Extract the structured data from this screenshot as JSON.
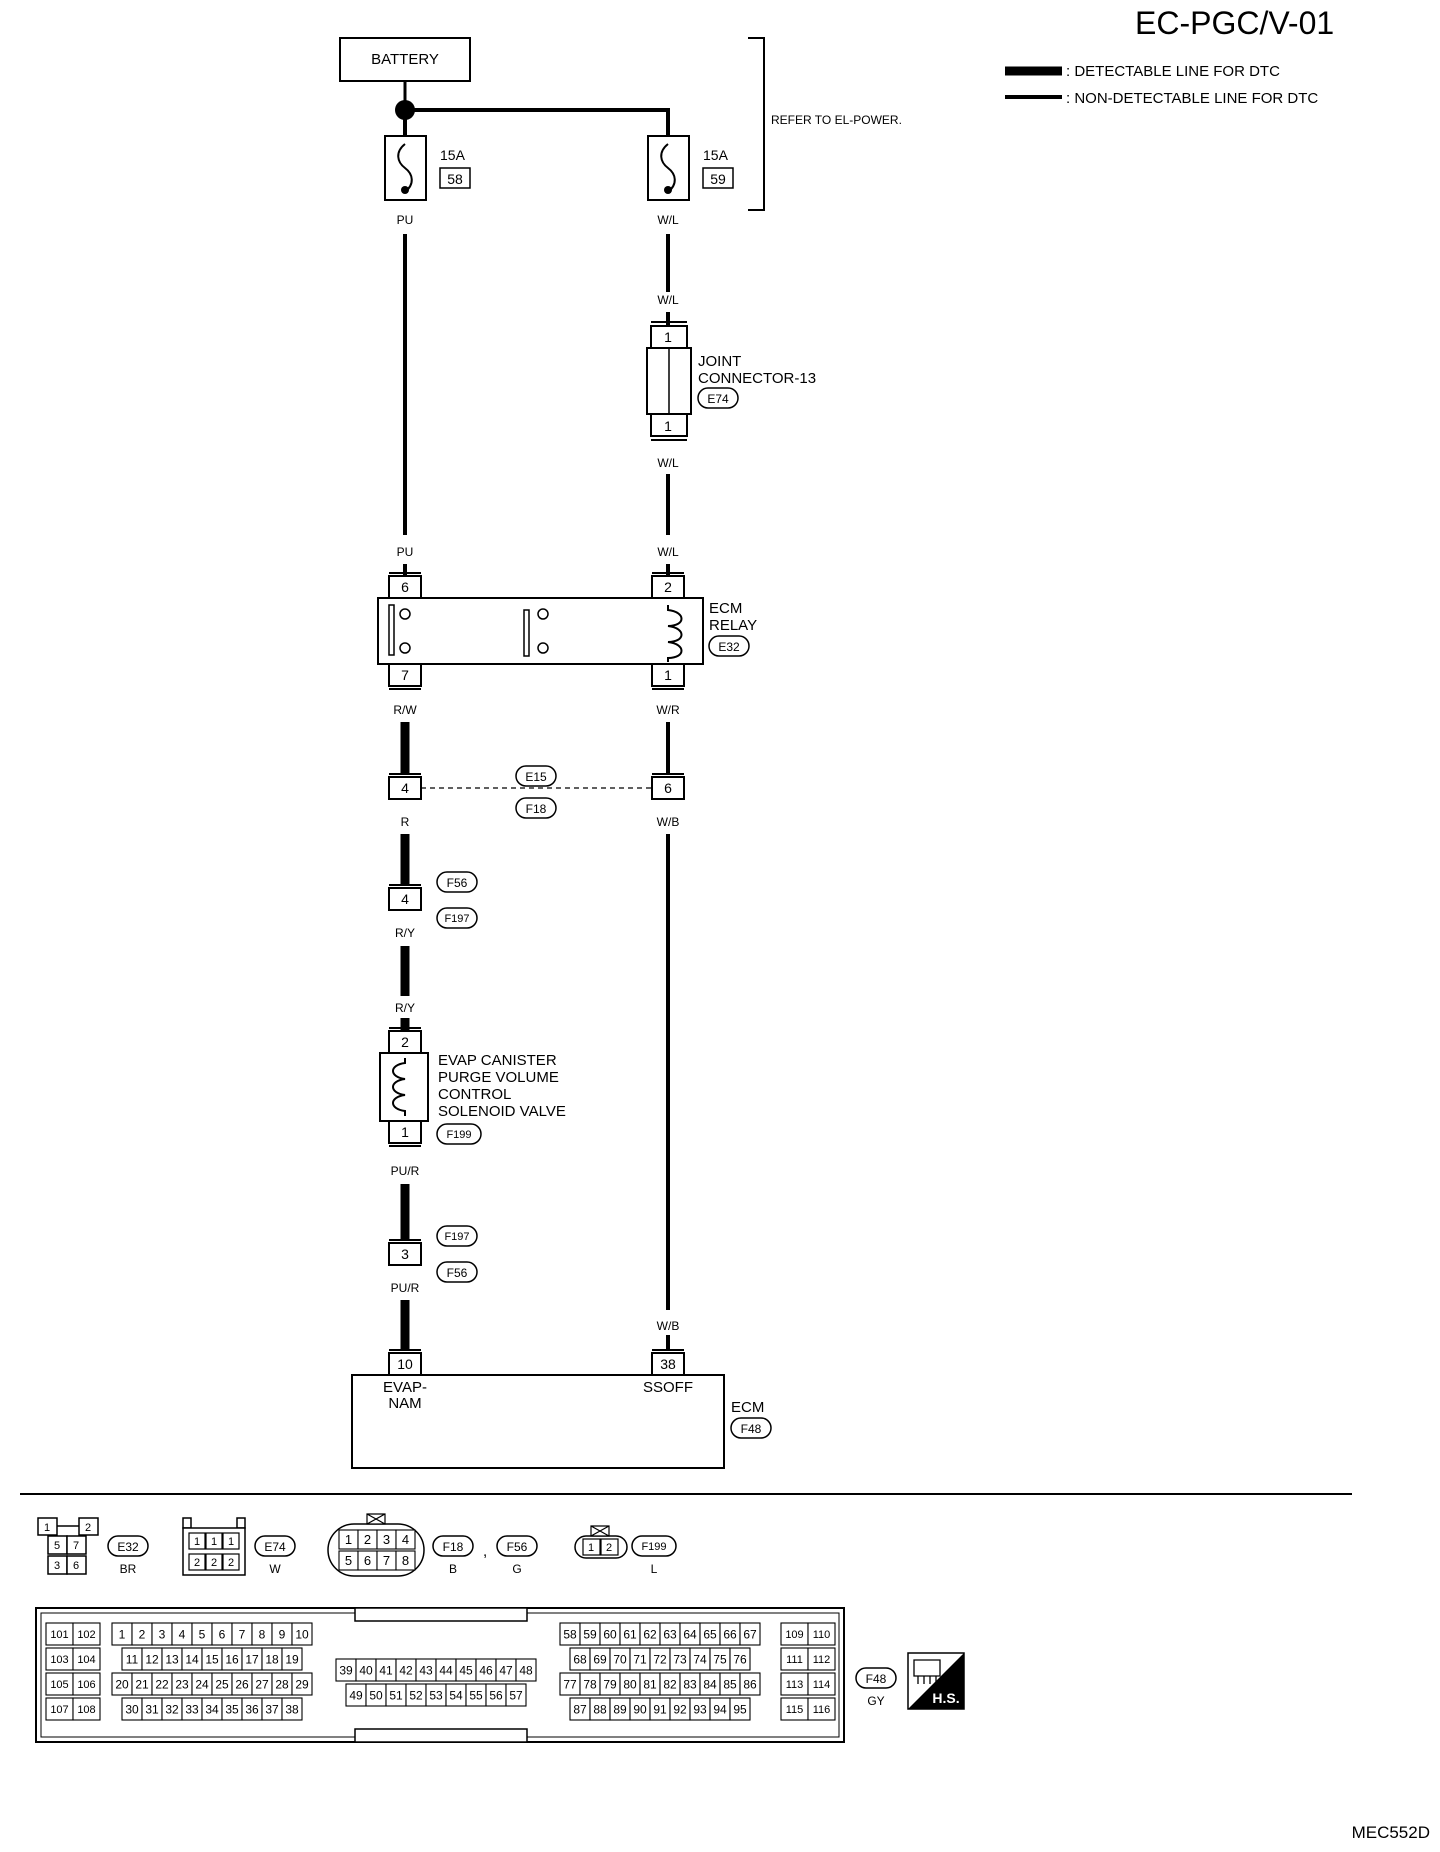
{
  "header": {
    "title": "EC-PGC/V-01",
    "legend": [
      {
        "label": ": DETECTABLE LINE FOR DTC"
      },
      {
        "label": ": NON-DETECTABLE LINE FOR DTC"
      }
    ]
  },
  "battery": {
    "label": "BATTERY"
  },
  "refer_note": "REFER TO EL-POWER.",
  "fuses": [
    {
      "amp": "15A",
      "number": "58",
      "wire_out": "PU"
    },
    {
      "amp": "15A",
      "number": "59",
      "wire_out": "W/L"
    }
  ],
  "joint_connector": {
    "name_line1": "JOINT",
    "name_line2": "CONNECTOR-13",
    "code": "E74",
    "pin_top": "1",
    "pin_bottom": "1",
    "wire_in": "W/L",
    "wire_out": "W/L"
  },
  "ecm_relay": {
    "name_line1": "ECM",
    "name_line2": "RELAY",
    "code": "E32",
    "pins": {
      "left_top": "6",
      "left_bottom": "7",
      "right_top": "2",
      "right_bottom": "1"
    },
    "wires": {
      "left_in": "PU",
      "right_in": "W/L",
      "left_out": "R/W",
      "right_out": "W/R"
    }
  },
  "harness_e15": {
    "codes": [
      "E15",
      "F18"
    ],
    "left_pin": "4",
    "right_pin": "6",
    "left_wire": "R",
    "right_wire": "W/B"
  },
  "connector_f56_1": {
    "codes": [
      "F56",
      "F197"
    ],
    "pin": "4",
    "wire_out": "R/Y"
  },
  "evap_valve": {
    "wire_in": "R/Y",
    "pin_top": "2",
    "pin_bottom": "1",
    "code": "F199",
    "lines": [
      "EVAP CANISTER",
      "PURGE VOLUME",
      "CONTROL",
      "SOLENOID VALVE"
    ],
    "wire_out": "PU/R"
  },
  "connector_f197_2": {
    "codes": [
      "F197",
      "F56"
    ],
    "pin": "3",
    "wire_out": "PU/R"
  },
  "ecm": {
    "name": "ECM",
    "code": "F48",
    "left_pin": "10",
    "left_label_1": "EVAP-",
    "left_label_2": "NAM",
    "right_pin": "38",
    "right_label": "SSOFF",
    "wire_right_in": "W/B"
  },
  "connector_views": {
    "e32": {
      "code": "E32",
      "color": "BR",
      "pins": [
        "1",
        "2",
        "5",
        "7",
        "3",
        "6"
      ]
    },
    "e74": {
      "code": "E74",
      "color": "W",
      "pins": [
        "1",
        "1",
        "1",
        "2",
        "2",
        "2"
      ]
    },
    "f18": {
      "code": "F18",
      "color": "B",
      "pins": [
        "1",
        "2",
        "3",
        "4",
        "5",
        "6",
        "7",
        "8"
      ]
    },
    "f56": {
      "code": "F56",
      "color": "G",
      "separator": ","
    },
    "f199": {
      "code": "F199",
      "color": "L",
      "pins": [
        "1",
        "2"
      ]
    },
    "f48": {
      "code": "F48",
      "color": "GY"
    },
    "hs": {
      "label": "H.S."
    }
  },
  "ecm_connector": {
    "left_block": [
      [
        "101",
        "102"
      ],
      [
        "103",
        "104"
      ],
      [
        "105",
        "106"
      ],
      [
        "107",
        "108"
      ]
    ],
    "rows_a": [
      [
        "1",
        "2",
        "3",
        "4",
        "5",
        "6",
        "7",
        "8",
        "9",
        "10"
      ],
      [
        "11",
        "12",
        "13",
        "14",
        "15",
        "16",
        "17",
        "18",
        "19"
      ],
      [
        "20",
        "21",
        "22",
        "23",
        "24",
        "25",
        "26",
        "27",
        "28",
        "29"
      ],
      [
        "30",
        "31",
        "32",
        "33",
        "34",
        "35",
        "36",
        "37",
        "38"
      ]
    ],
    "rows_b": [
      [
        "39",
        "40",
        "41",
        "42",
        "43",
        "44",
        "45",
        "46",
        "47",
        "48"
      ],
      [
        "49",
        "50",
        "51",
        "52",
        "53",
        "54",
        "55",
        "56",
        "57"
      ]
    ],
    "rows_c": [
      [
        "58",
        "59",
        "60",
        "61",
        "62",
        "63",
        "64",
        "65",
        "66",
        "67"
      ],
      [
        "68",
        "69",
        "70",
        "71",
        "72",
        "73",
        "74",
        "75",
        "76"
      ],
      [
        "77",
        "78",
        "79",
        "80",
        "81",
        "82",
        "83",
        "84",
        "85",
        "86"
      ],
      [
        "87",
        "88",
        "89",
        "90",
        "91",
        "92",
        "93",
        "94",
        "95"
      ]
    ],
    "right_block": [
      [
        "109",
        "110"
      ],
      [
        "111",
        "112"
      ],
      [
        "113",
        "114"
      ],
      [
        "115",
        "116"
      ]
    ]
  },
  "footer_code": "MEC552D"
}
